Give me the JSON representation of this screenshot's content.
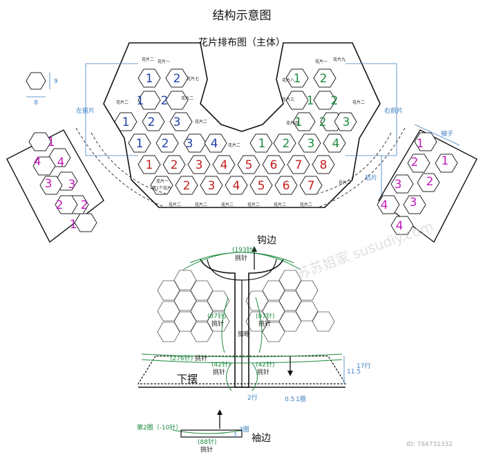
{
  "title": "结构示意图",
  "subtitle": "花片排布图（主体）",
  "hex_dims": {
    "width": "8",
    "height": "9"
  },
  "labels": {
    "left_front": "左前片",
    "right_front": "右前片",
    "back": "后片",
    "sleeve": "袖子",
    "piece_one": "花片一",
    "piece_two": "花片二",
    "piece_three": "花片三",
    "piece_four": "花片四",
    "piece_seven": "花片七",
    "piece_eight": "花片八",
    "piece_nine": "花片九",
    "first_piece": "第1个花片"
  },
  "left_front_numbers": {
    "row1": [
      "1",
      "2"
    ],
    "row2": [
      "1",
      "2"
    ],
    "row3": [
      "1",
      "2",
      "3"
    ],
    "row4": [
      "1",
      "2",
      "3",
      "4"
    ]
  },
  "right_front_numbers": {
    "row1": [
      "1",
      "2"
    ],
    "row2": [
      "1",
      "2"
    ],
    "row3": [
      "1",
      "2",
      "3"
    ],
    "row4": [
      "1",
      "2",
      "3",
      "4"
    ]
  },
  "back_numbers": {
    "row1": [
      "1",
      "2",
      "3",
      "4",
      "5",
      "6",
      "7",
      "8"
    ],
    "row2": [
      "2",
      "3",
      "4",
      "5",
      "6",
      "7"
    ]
  },
  "left_sleeve_numbers": [
    "1",
    "4",
    "4",
    "3",
    "3",
    "2",
    "2",
    "1"
  ],
  "right_sleeve_numbers": [
    "1",
    "1",
    "2",
    "2",
    "3",
    "3",
    "4",
    "4"
  ],
  "edging": {
    "neckband": "钩边",
    "neck_stitches": "(193针)",
    "pick_up": "挑针",
    "left_front_stitches": "(87针)",
    "right_front_stitches": "(87针)",
    "buttonhole": "扣眼",
    "hem_stitches": "(276针)",
    "hem_left_front": "(42针)",
    "hem_right_front": "(42针)",
    "hem": "下摆",
    "hem_length": "11.5",
    "hem_rows": "17行",
    "band_rows": "2行",
    "half_round": "0.5",
    "half_round_unit": "1圈",
    "round2": "第2圈（-10针）",
    "sleeve_cuff_stitches": "(88针)",
    "sleeve_rows": "3圈",
    "sleeve_one": "1",
    "sleeve_edge": "袖边"
  },
  "watermark": "苏苏姐家 susudiy.com",
  "footer_id": "ID: 784731332"
}
